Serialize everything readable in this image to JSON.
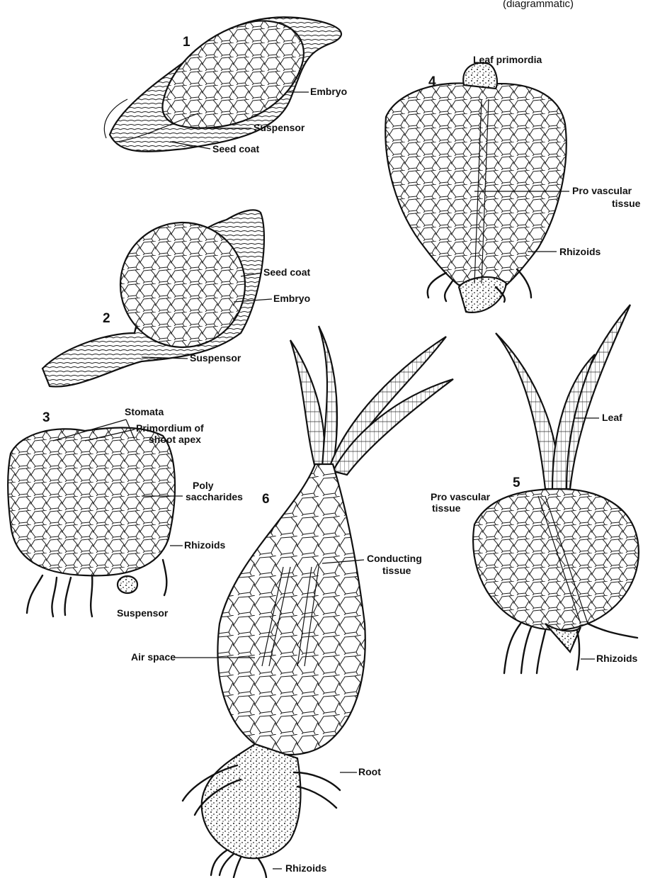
{
  "diagram": {
    "caption": "(diagrammatic)",
    "stages": [
      {
        "number": "1",
        "labels": [
          "Embryo",
          "Suspensor",
          "Seed coat"
        ]
      },
      {
        "number": "2",
        "labels": [
          "Seed coat",
          "Embryo",
          "Suspensor"
        ]
      },
      {
        "number": "3",
        "labels": [
          "Stomata",
          "Primordium of",
          "shoot apex",
          "Poly",
          "saccharides",
          "Rhizoids",
          "Suspensor"
        ]
      },
      {
        "number": "4",
        "labels": [
          "Leaf primordia",
          "Pro vascular",
          "tissue",
          "Rhizoids"
        ]
      },
      {
        "number": "5",
        "labels": [
          "Leaf",
          "Pro vascular",
          "tissue",
          "Rhizoids"
        ]
      },
      {
        "number": "6",
        "labels": [
          "Conducting",
          "tissue",
          "Air space",
          "Root",
          "Rhizoids"
        ]
      }
    ]
  }
}
